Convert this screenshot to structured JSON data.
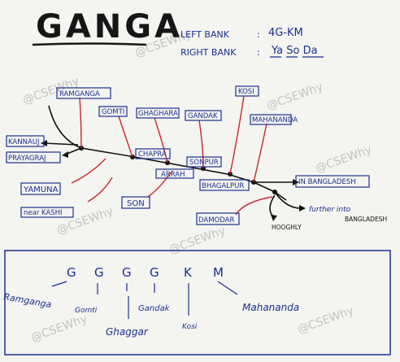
{
  "title": "GANGA",
  "banks": {
    "left_label": "LEFT BANK",
    "left_value": "4G-KM",
    "right_label": "RIGHT BANK",
    "right_value": "Ya So Da"
  },
  "tributaries_top": [
    "RAMGANGA",
    "GOMTI",
    "GHAGHARA",
    "GANDAK",
    "KOSI",
    "MAHANANDA"
  ],
  "tributaries_bottom": [
    "YAMUNA",
    "SON",
    "DAMODAR"
  ],
  "places": {
    "kannauj": "KANNAUJ",
    "prayagraj": "PRAYAGRAJ",
    "near_kashi": "near KASHI",
    "chapra": "CHAPRA",
    "arrah": "ARRAH",
    "sonpur": "SONPUR",
    "bhagalpur": "BHAGALPUR",
    "in_bangladesh": "IN BANGLADESH",
    "further_bangladesh_1": "further into",
    "further_bangladesh_2": "BANGLADESH",
    "hooghly": "HOOGHLY"
  },
  "mnemonic": {
    "letters": [
      "G",
      "G",
      "G",
      "G",
      "K",
      "M"
    ],
    "words": [
      "Ramganga",
      "Gomti",
      "Ghaggar",
      "Gandak",
      "Kosi",
      "Mahananda"
    ]
  },
  "watermark": "@CSEWhy",
  "colors": {
    "ink": "#1b2f8f",
    "river": "#111111",
    "tributary": "#c8262d",
    "paper": "#f4f4f1",
    "box": "#1b2f8f"
  }
}
